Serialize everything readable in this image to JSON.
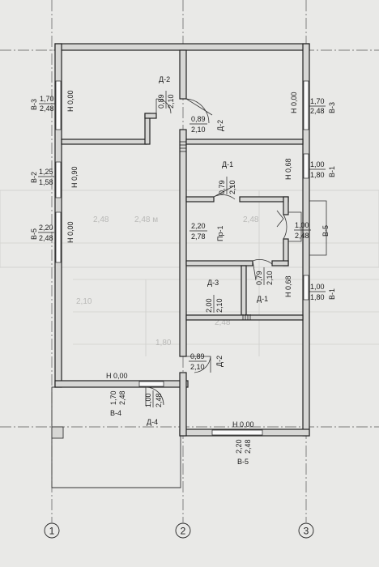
{
  "axes": {
    "a1": "1",
    "a2": "2",
    "a3": "3"
  },
  "windows": {
    "w1": {
      "name": "В-3",
      "size": "1,70",
      "height": "2,48",
      "sill": "Н 0,00"
    },
    "w2": {
      "name": "В-2",
      "size": "1,25",
      "height": "1,58",
      "sill": "Н 0,90"
    },
    "w3": {
      "name": "В-5",
      "size": "2,20",
      "height": "2,48",
      "sill": "Н 0,00"
    },
    "w4": {
      "name": "В-3",
      "size": "1,70",
      "height": "2,48",
      "sill": "Н 0,00"
    },
    "w5": {
      "name": "В-1",
      "size": "1,00",
      "height": "1,80",
      "sill": "Н 0,68"
    },
    "w6": {
      "name": "В-5",
      "size": "1,00",
      "height": "2,48"
    },
    "w7": {
      "name": "В-1",
      "size": "1,00",
      "height": "1,80",
      "sill": "Н 0,68"
    },
    "w8": {
      "name": "В-4",
      "size": "1,70",
      "height": "2,48",
      "sill": "Н 0,00"
    },
    "w9": {
      "name": "В-5",
      "size": "2,20",
      "height": "2,48",
      "sill": "Н 0,00"
    }
  },
  "doors": {
    "d1": {
      "name": "Д-2",
      "size": "0,89",
      "height": "2,10"
    },
    "d2": {
      "name": "Д-2",
      "size": "0,89",
      "height": "2,10"
    },
    "d3": {
      "name": "Д-1",
      "size": "0,79",
      "height": "2,10"
    },
    "d4": {
      "name": "Пр-1",
      "size": "2,20",
      "height": "2,78"
    },
    "d5": {
      "name": "Д-3",
      "size": "2,00",
      "height": "2,10"
    },
    "d6": {
      "name": "Д-1",
      "size": "0,79",
      "height": "2,10"
    },
    "d7": {
      "name": "Д-2",
      "size": "0,89",
      "height": "2,10"
    },
    "d8": {
      "name": "Д-4",
      "size": "1,00",
      "height": "2,48"
    }
  },
  "background": {
    "g1": "2,48",
    "g2": "2,48 м",
    "g3": "2,48",
    "g4": "2,10",
    "g5": "2,48",
    "g6": "1,80"
  }
}
